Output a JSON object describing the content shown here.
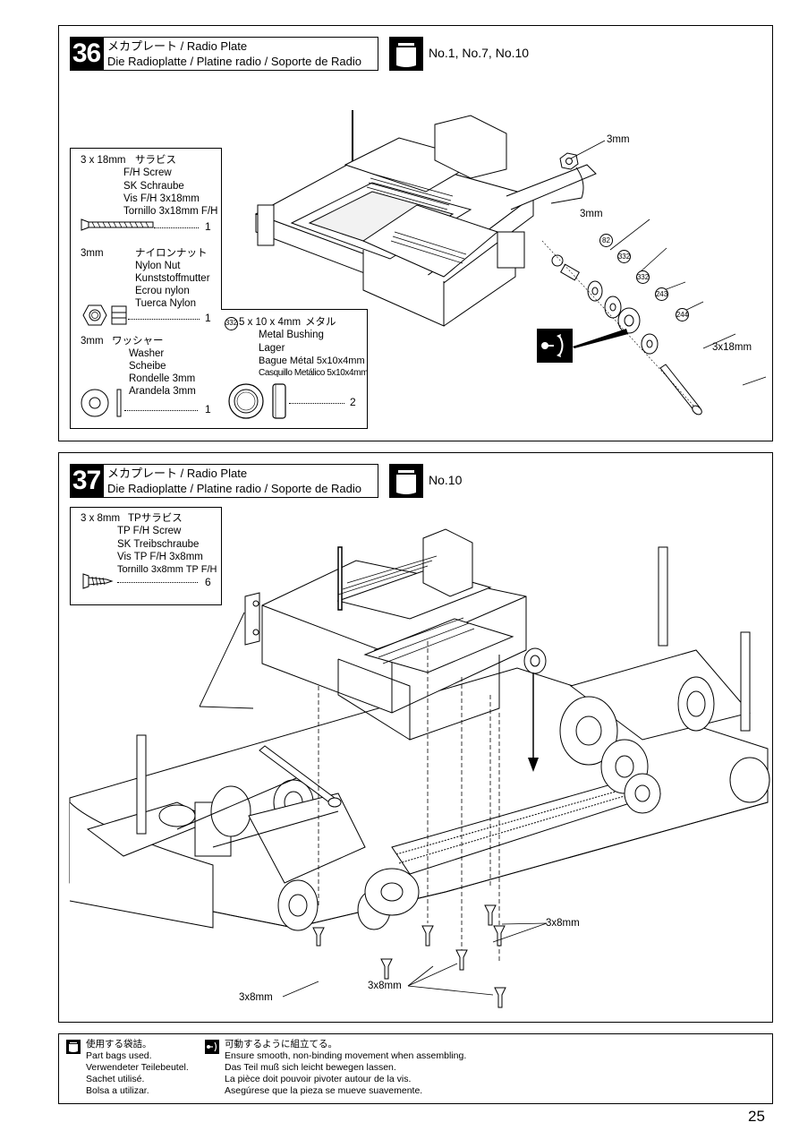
{
  "step36": {
    "number": "36",
    "title_jp": "メカプレート / Radio Plate",
    "title_multi": "Die Radioplatte / Platine radio / Soporte de Radio",
    "bags": "No.1, No.7, No.10",
    "parts": {
      "screw": {
        "size": "3 x 18mm",
        "jp": "サラビス",
        "en": "F/H Screw",
        "de": "SK Schraube",
        "fr": "Vis F/H 3x18mm",
        "es": "Tornillo 3x18mm F/H",
        "qty": "1"
      },
      "nut": {
        "size": "3mm",
        "jp": "ナイロンナット",
        "en": "Nylon Nut",
        "de": "Kunststoffmutter",
        "fr": "Ecrou nylon",
        "es": "Tuerca Nylon",
        "qty": "1"
      },
      "washer": {
        "size": "3mm",
        "jp": "ワッシャー",
        "en": "Washer",
        "de": "Scheibe",
        "fr": "Rondelle 3mm",
        "es": "Arandela 3mm",
        "qty": "1"
      },
      "bushing": {
        "num": "332",
        "size": "5 x 10 x 4mm",
        "jp": "メタル",
        "en": "Metal Bushing",
        "de": "Lager",
        "fr": "Bague Métal 5x10x4mm",
        "es": "Casquillo Metálico 5x10x4mm",
        "qty": "2"
      }
    },
    "callouts": {
      "nut_label": "3mm",
      "washer_label": "3mm",
      "screw_label": "3x18mm",
      "p82": "82",
      "p332a": "332",
      "p332b": "332",
      "p243": "243",
      "p244": "244"
    }
  },
  "step37": {
    "number": "37",
    "title_jp": "メカプレート / Radio Plate",
    "title_multi": "Die Radioplatte / Platine radio / Soporte de Radio",
    "bags": "No.10",
    "parts": {
      "screw": {
        "size": "3 x 8mm",
        "jp": "TPサラビス",
        "en": "TP F/H Screw",
        "de": "SK Treibschraube",
        "fr": "Vis TP F/H 3x8mm",
        "es": "Tornillo 3x8mm TP F/H",
        "qty": "6"
      }
    },
    "callouts": {
      "a": "3x8mm",
      "b": "3x8mm",
      "c": "3x8mm"
    }
  },
  "footer": {
    "bags": {
      "jp": "使用する袋詰。",
      "en": "Part bags used.",
      "de": "Verwendeter Teilebeutel.",
      "fr": "Sachet utilisé.",
      "es": "Bolsa a utilizar."
    },
    "smooth": {
      "jp": "可動するように組立てる。",
      "en": "Ensure smooth, non-binding movement when assembling.",
      "de": "Das Teil muß sich leicht bewegen lassen.",
      "fr": "La pièce doit pouvoir pivoter autour de la vis.",
      "es": "Asegúrese que la pieza se mueve suavemente."
    }
  },
  "page_number": "25"
}
